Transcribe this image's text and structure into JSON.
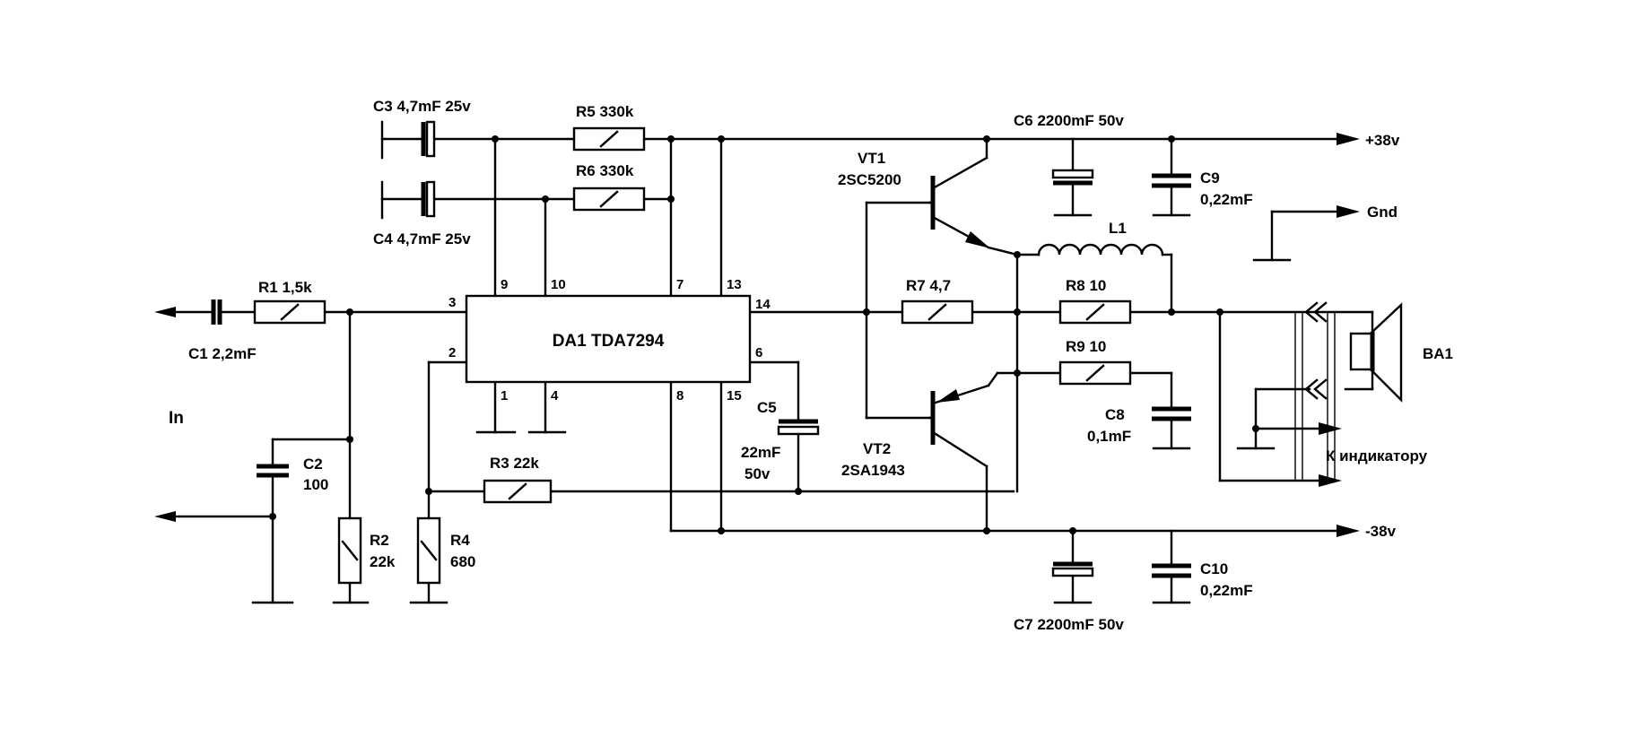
{
  "ic": {
    "name": "DA1 TDA7294",
    "pins": {
      "p1": "1",
      "p2": "2",
      "p3": "3",
      "p4": "4",
      "p6": "6",
      "p7": "7",
      "p8": "8",
      "p9": "9",
      "p10": "10",
      "p13": "13",
      "p14": "14",
      "p15": "15"
    }
  },
  "components": {
    "c1": "C1 2,2mF",
    "r1": "R1 1,5k",
    "c2": {
      "ref": "C2",
      "value": "100"
    },
    "r2": {
      "ref": "R2",
      "value": "22k"
    },
    "r4": {
      "ref": "R4",
      "value": "680"
    },
    "r3": "R3 22k",
    "c3": "C3 4,7mF 25v",
    "c4": "C4 4,7mF 25v",
    "r5": "R5 330k",
    "r6": "R6 330k",
    "c5": {
      "ref": "C5",
      "value": "22mF",
      "voltage": "50v"
    },
    "vt1": {
      "ref": "VT1",
      "part": "2SC5200"
    },
    "vt2": {
      "ref": "VT2",
      "part": "2SA1943"
    },
    "r7": "R7 4,7",
    "r8": "R8 10",
    "r9": "R9 10",
    "l1": "L1",
    "c6": "C6 2200mF 50v",
    "c7": "C7 2200mF 50v",
    "c8": {
      "ref": "C8",
      "value": "0,1mF"
    },
    "c9": {
      "ref": "C9",
      "value": "0,22mF"
    },
    "c10": {
      "ref": "C10",
      "value": "0,22mF"
    },
    "ba1": "BA1"
  },
  "rails": {
    "pos": "+38v",
    "neg": "-38v",
    "gnd": "Gnd"
  },
  "labels": {
    "input": "In",
    "indicator": "К индикатору"
  }
}
